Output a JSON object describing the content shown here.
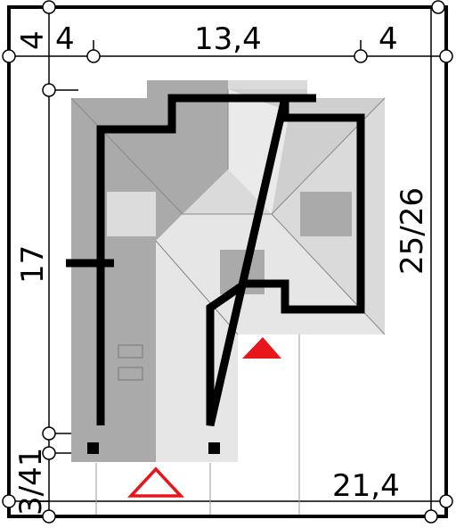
{
  "dimensions": {
    "top_left": "4",
    "top_center": "13,4",
    "top_right": "4",
    "left_corner": "4",
    "left_height": "17",
    "right_height": "25/26",
    "bottom_left": "3/41",
    "bottom_right": "21,4"
  },
  "colors": {
    "outline": "#000000",
    "roof_dark": "#aaaaaa",
    "roof_light": "#dadada",
    "roof_lighter": "#eaeaea",
    "marker_red": "#e8161b",
    "grid_line": "#999999"
  },
  "markers": {
    "entrance_marker": "filled-red-triangle",
    "access_marker": "outline-red-triangle"
  }
}
